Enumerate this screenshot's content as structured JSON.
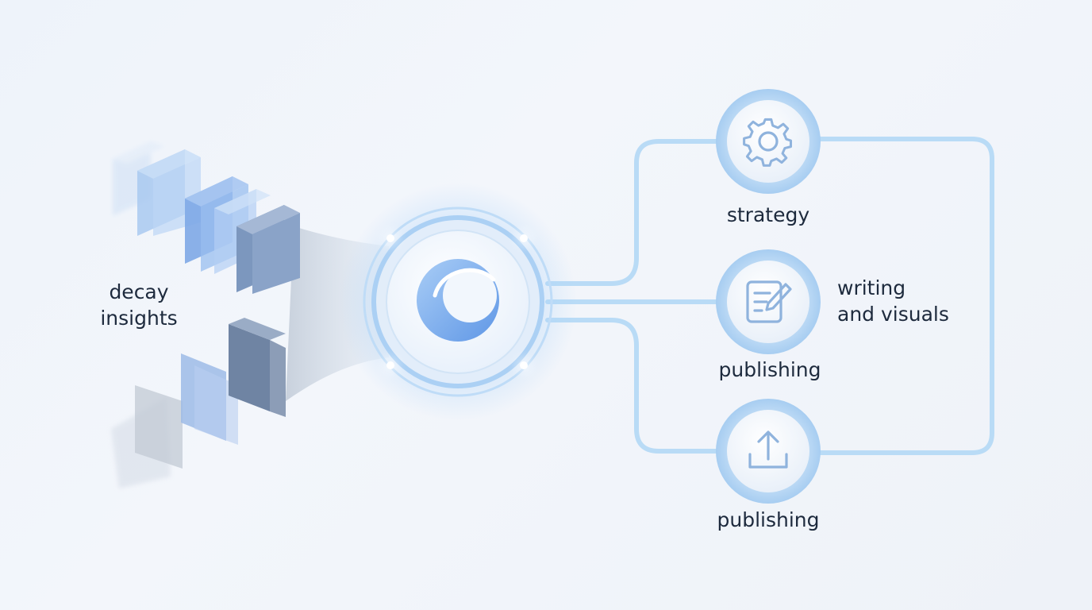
{
  "left_group": {
    "label_line1": "decay",
    "label_line2": "insights"
  },
  "hub": {
    "icon": "ring-logo-icon"
  },
  "nodes": [
    {
      "icon": "gear-icon",
      "label": "strategy"
    },
    {
      "icon": "edit-document-icon",
      "label": "publishing",
      "side_label_line1": "writing",
      "side_label_line2": "and visuals"
    },
    {
      "icon": "upload-icon",
      "label": "publishing"
    }
  ],
  "colors": {
    "accent": "#8fbdf0",
    "connector": "#b9dbf6",
    "hub_glow": "#9cc9f5",
    "text": "#1d2a3d"
  }
}
